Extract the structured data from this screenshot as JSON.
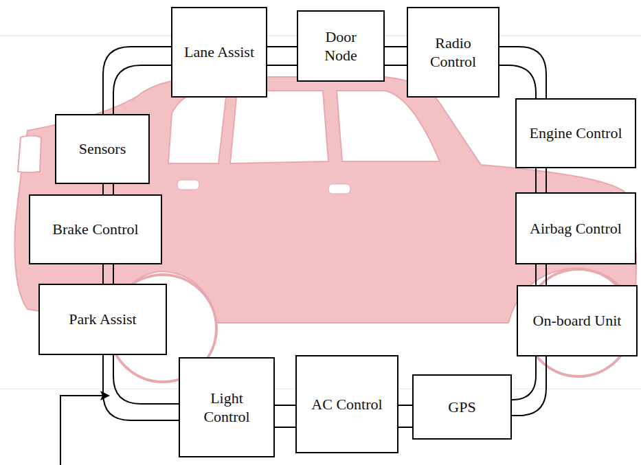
{
  "diagram": {
    "nodes": [
      {
        "text": [
          "Lane Assist"
        ]
      },
      {
        "text": [
          "Door Node"
        ]
      },
      {
        "text": [
          "Radio Control"
        ]
      },
      {
        "text": [
          "Engine Control"
        ]
      },
      {
        "text": [
          "Sensors"
        ]
      },
      {
        "text": [
          "Brake Control"
        ]
      },
      {
        "text": [
          "Airbag Control"
        ]
      },
      {
        "text": [
          "Park Assist"
        ]
      },
      {
        "text": [
          "On-board Unit"
        ]
      },
      {
        "text": [
          "Light Control"
        ]
      },
      {
        "text": [
          "AC Control"
        ]
      },
      {
        "text": [
          "GPS"
        ]
      }
    ],
    "edges": [
      {
        "from": 0,
        "to": 1,
        "arrow": "none"
      },
      {
        "from": 1,
        "to": 2,
        "arrow": "none"
      },
      {
        "from": 2,
        "to": 3,
        "arrow": "none"
      },
      {
        "from": 3,
        "to": 6,
        "arrow": "none"
      },
      {
        "from": 6,
        "to": 8,
        "arrow": "none"
      },
      {
        "from": 8,
        "to": 11,
        "arrow": "none"
      },
      {
        "from": 11,
        "to": 10,
        "arrow": "none"
      },
      {
        "from": 10,
        "to": 9,
        "arrow": "none"
      },
      {
        "from": 9,
        "to": 7,
        "arrow": "none"
      },
      {
        "from": 7,
        "to": 5,
        "arrow": "none"
      },
      {
        "from": 5,
        "to": 4,
        "arrow": "none"
      },
      {
        "from": 4,
        "to": 0,
        "arrow": "none"
      }
    ]
  }
}
